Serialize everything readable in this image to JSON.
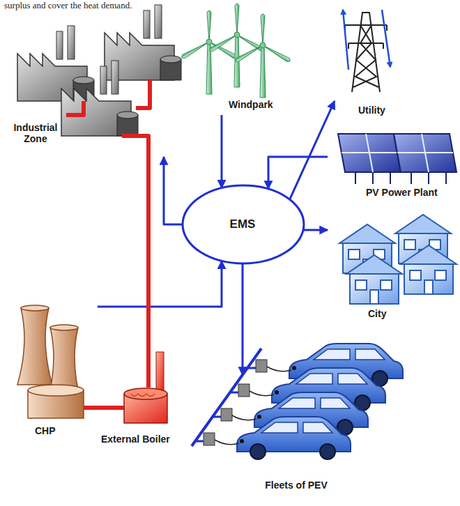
{
  "diagram": {
    "nodes": [
      {
        "text": [
          "Windpark"
        ]
      },
      {
        "text": [
          "Utility"
        ]
      },
      {
        "text": [
          "Industrial Zone"
        ]
      },
      {
        "text": [
          "PV Power Plant"
        ]
      },
      {
        "text": [
          "EMS"
        ]
      },
      {
        "text": [
          "City"
        ]
      },
      {
        "text": [
          "CHP"
        ]
      },
      {
        "text": [
          "External Boiler"
        ]
      },
      {
        "text": [
          "Fleets of PEV"
        ]
      }
    ],
    "edges": [
      {
        "from": 0,
        "to": 4,
        "arrow": "to"
      },
      {
        "from": 4,
        "to": 1,
        "arrow": "to"
      },
      {
        "from": 3,
        "to": 4,
        "arrow": "to"
      },
      {
        "from": 4,
        "to": 5,
        "arrow": "to"
      },
      {
        "from": 4,
        "to": 2,
        "arrow": "to"
      },
      {
        "from": 6,
        "to": 4,
        "arrow": "to"
      },
      {
        "from": 4,
        "to": 8,
        "arrow": "to"
      },
      {
        "from": 6,
        "to": 7,
        "arrow": "none"
      },
      {
        "from": 7,
        "to": 2,
        "arrow": "none"
      }
    ],
    "labels": [
      "surplus and cover the heat demand."
    ]
  }
}
